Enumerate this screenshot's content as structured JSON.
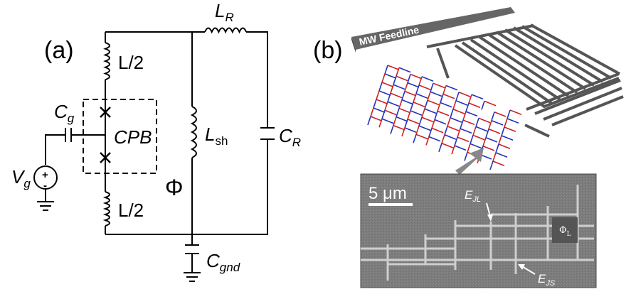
{
  "panel_a": {
    "tag": "(a)",
    "LR": "L",
    "LR_sub": "R",
    "Lhalf_top": "L/2",
    "Lhalf_bot": "L/2",
    "Cg": "C",
    "Cg_sub": "g",
    "CPB": "CPB",
    "Lsh": "L",
    "Lsh_sub": "sh",
    "CR": "C",
    "CR_sub": "R",
    "Vg": "V",
    "Vg_sub": "g",
    "Phi": "Φ",
    "Cgnd": "C",
    "Cgnd_sub": "gnd"
  },
  "panel_b": {
    "tag": "(b)",
    "feedline": "MW Feedline",
    "scale": "5 μm",
    "EJL": "E",
    "EJL_sub": "JL",
    "EJS": "E",
    "EJS_sub": "JS",
    "PhiL": "Φ",
    "PhiL_sub": "L"
  },
  "colors": {
    "array_red": "#cc2222",
    "array_blue": "#2233bb",
    "sem_bg": "#7a7a7a",
    "feedline": "#555555"
  }
}
